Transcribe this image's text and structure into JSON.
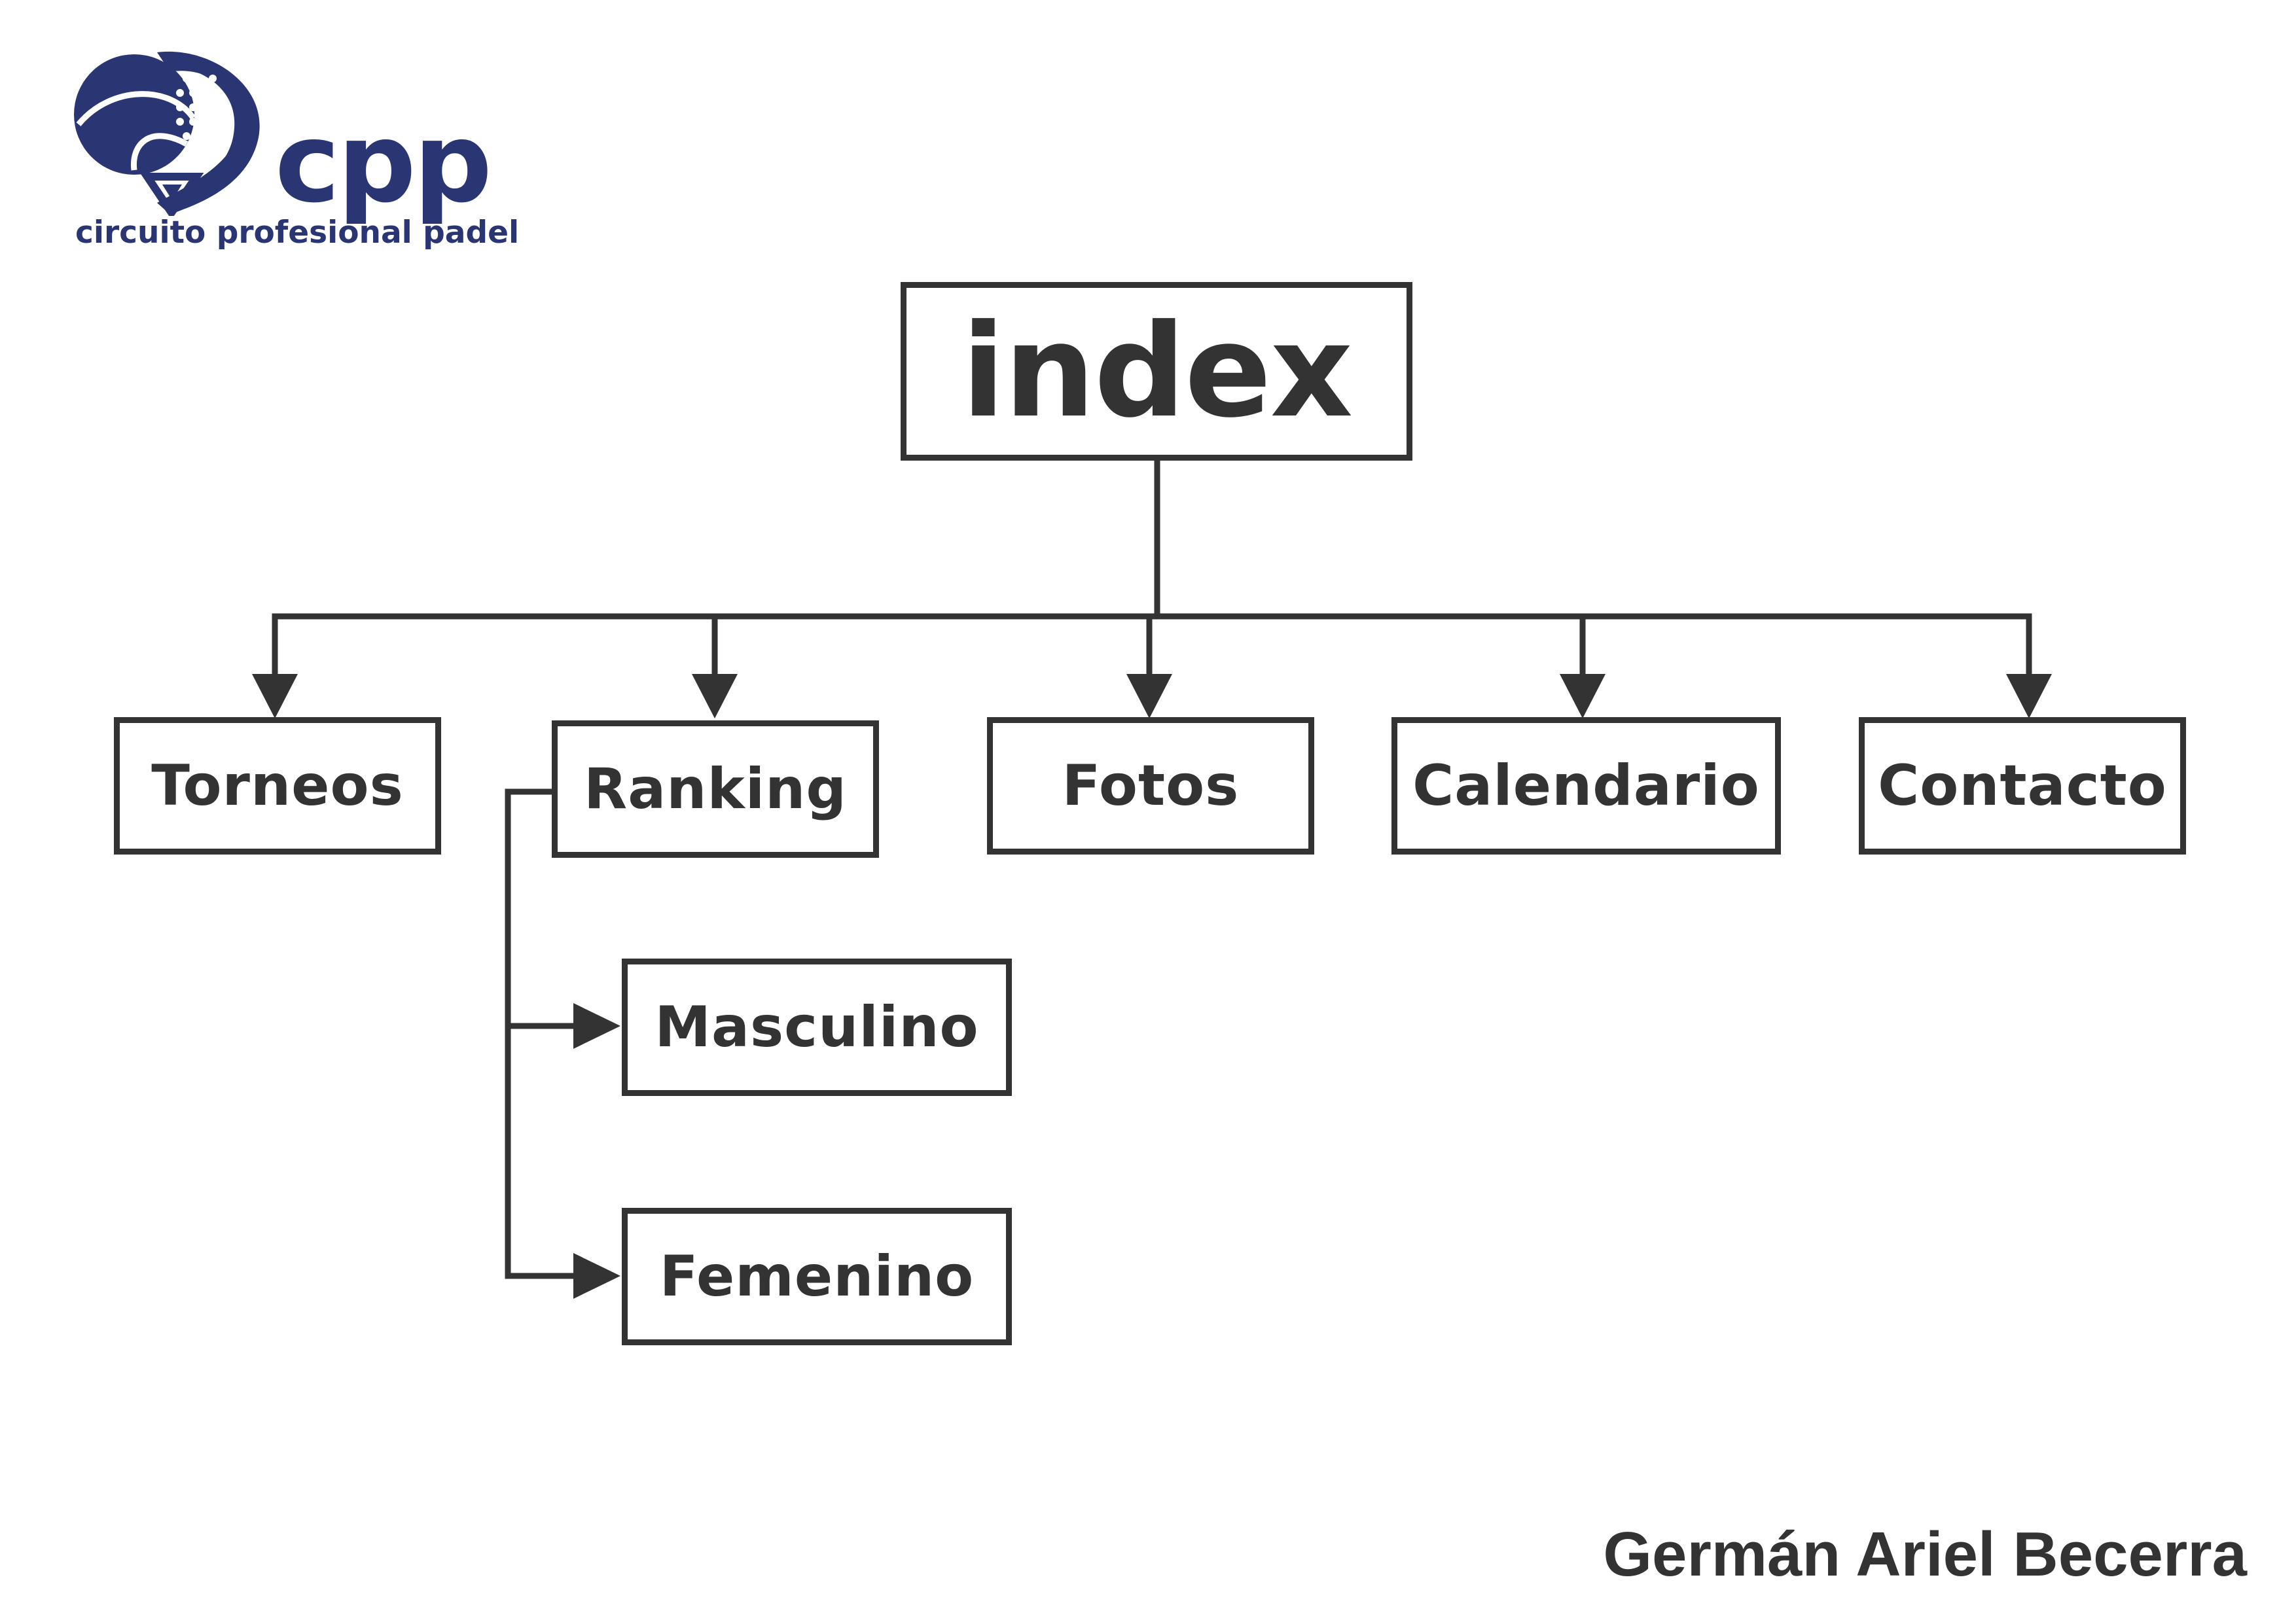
{
  "logo": {
    "wordmark": "cpp",
    "tagline": "circuito profesional padel",
    "icon": "padel-racket-ball-icon",
    "color": "#2a3674"
  },
  "diagram": {
    "line_color": "#333333",
    "root": {
      "label": "index"
    },
    "children": [
      {
        "label": "Torneos"
      },
      {
        "label": "Ranking",
        "children": [
          {
            "label": "Masculino"
          },
          {
            "label": "Femenino"
          }
        ]
      },
      {
        "label": "Fotos"
      },
      {
        "label": "Calendario"
      },
      {
        "label": "Contacto"
      }
    ]
  },
  "author": "Germán Ariel Becerra"
}
